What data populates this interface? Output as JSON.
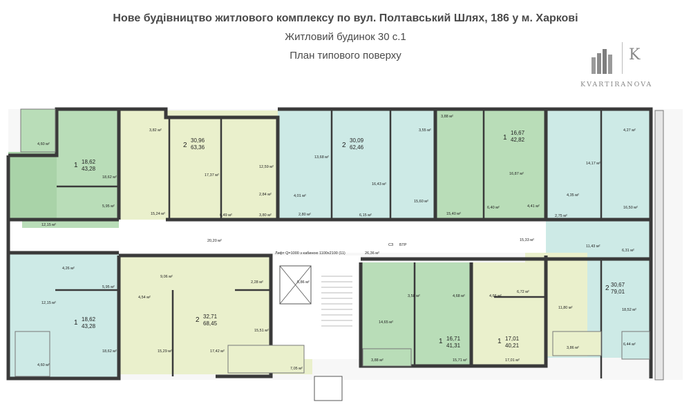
{
  "header": {
    "title": "Нове будівництво житлового комплексу по вул. Полтавський Шлях, 186 у м. Харкові",
    "subtitle": "Житловий будинок 30 с.1",
    "caption": "План типового поверху"
  },
  "logo": {
    "letter": "K",
    "wordmark": "KVARTIRANOVA"
  },
  "apartments": [
    {
      "rooms": "1",
      "living": "18,62",
      "total": "43,28"
    },
    {
      "rooms": "2",
      "living": "30,96",
      "total": "63,36"
    },
    {
      "rooms": "2",
      "living": "30,09",
      "total": "62,46"
    },
    {
      "rooms": "1",
      "living": "16,67",
      "total": "42,82"
    },
    {
      "rooms": "1",
      "living": "18,62",
      "total": "43,28"
    },
    {
      "rooms": "2",
      "living": "32,71",
      "total": "68,45"
    },
    {
      "rooms": "1",
      "living": "16,71",
      "total": "41,31"
    },
    {
      "rooms": "1",
      "living": "17,01",
      "total": "40,21"
    },
    {
      "rooms": "2",
      "living": "30,67",
      "total": "79,01"
    }
  ],
  "areas": [
    "4,60 м²",
    "18,62 м²",
    "5,95 м²",
    "12,15 м²",
    "3,82 м²",
    "17,37 м²",
    "12,59 м²",
    "15,24 м²",
    "6,49 м²",
    "3,80 м²",
    "2,84 м²",
    "13,68 м²",
    "3,55 м²",
    "16,43 м²",
    "15,60 м²",
    "4,01 м²",
    "2,80 м²",
    "6,15 м²",
    "3,88 м²",
    "16,87 м²",
    "4,27 м²",
    "14,17 м²",
    "16,50 м²",
    "15,40 м²",
    "6,40 м²",
    "4,41 м²",
    "4,35 м²",
    "2,75 м²",
    "20,20 м²",
    "26,36 м²",
    "15,33 м²",
    "11,43 м²",
    "6,31 м²",
    "4,26 м²",
    "5,95 м²",
    "12,15 м²",
    "18,62 м²",
    "4,60 м²",
    "9,06 м²",
    "4,54 м²",
    "2,28 м²",
    "5,86 м²",
    "15,29 м²",
    "17,42 м²",
    "15,51 м²",
    "7,05 м²",
    "14,65 м²",
    "3,58 м²",
    "4,68 м²",
    "4,66 м²",
    "6,72 м²",
    "11,80 м²",
    "18,52 м²",
    "3,88 м²",
    "15,71 м²",
    "17,01 м²",
    "3,86 м²",
    "6,44 м²"
  ],
  "lift_note": "Лифт Q=1000 з кабиною 1100x2100 (11)",
  "stair_tags": [
    "СЗ",
    "БТР"
  ],
  "colors": {
    "green": "#b9ddb8",
    "teal": "#cdeae6",
    "cream": "#eaf0cc",
    "corridor": "#ffffff",
    "wall": "#3a3a3a"
  }
}
